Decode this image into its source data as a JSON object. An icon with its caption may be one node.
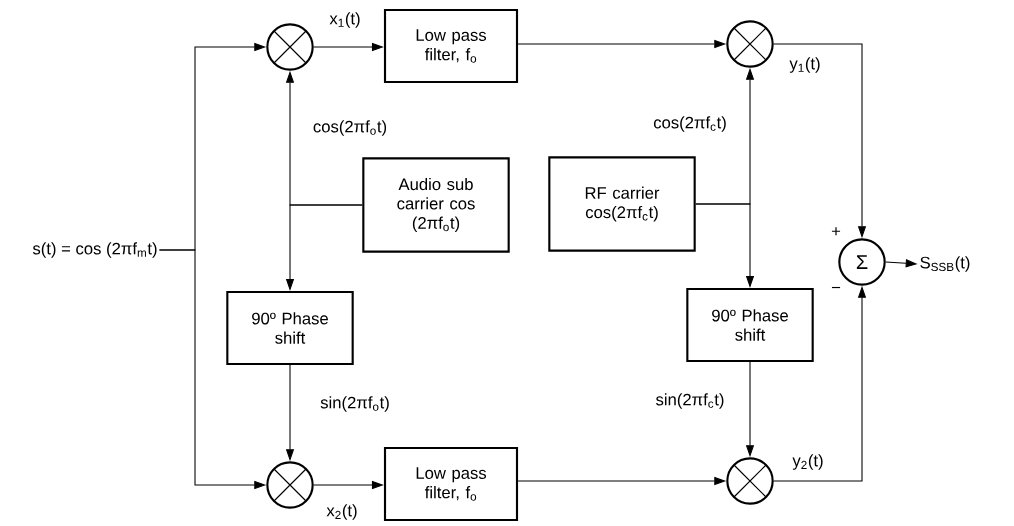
{
  "diagram": {
    "nodes": [
      {
        "text": [
          "s(t) = cos (2πf$_{m}$t)"
        ]
      },
      {
        "text": [],
        "shape": "circle"
      },
      {
        "text": [
          "Low pass filter, f$_{o}$"
        ]
      },
      {
        "text": [],
        "shape": "circle"
      },
      {
        "text": [
          "Audio sub carrier cos (2πf$_{o}$t)"
        ]
      },
      {
        "text": [
          "RF carrier cos(2πf$_{c}$t)"
        ]
      },
      {
        "text": [
          "90º Phase shift"
        ]
      },
      {
        "text": [
          "90º Phase shift"
        ]
      },
      {
        "text": [
          "Σ"
        ]
      },
      {
        "text": [
          "S$_{SSB}$(t)"
        ]
      },
      {
        "text": [],
        "shape": "circle"
      },
      {
        "text": [
          "Low pass filter, f$_{o}$"
        ]
      },
      {
        "text": [],
        "shape": "circle"
      }
    ],
    "edges": [
      {
        "from": 0,
        "to": 1,
        "arrow": "to"
      },
      {
        "from": 0,
        "to": 10,
        "arrow": "to"
      },
      {
        "from": 1,
        "to": 2,
        "arrow": "to",
        "label": "x$_{1}$(t)"
      },
      {
        "from": 2,
        "to": 3,
        "arrow": "to"
      },
      {
        "from": 4,
        "to": 1,
        "arrow": "to",
        "label": "cos(2πf$_{o}$t)"
      },
      {
        "from": 4,
        "to": 6,
        "arrow": "to"
      },
      {
        "from": 6,
        "to": 10,
        "arrow": "to",
        "label": "sin(2πf$_{o}$t)"
      },
      {
        "from": 10,
        "to": 11,
        "arrow": "to",
        "label": "x$_{2}$(t)"
      },
      {
        "from": 11,
        "to": 12,
        "arrow": "to"
      },
      {
        "from": 5,
        "to": 3,
        "arrow": "to",
        "label": "cos(2πf$_{c}$t)"
      },
      {
        "from": 5,
        "to": 7,
        "arrow": "to"
      },
      {
        "from": 7,
        "to": 12,
        "arrow": "to",
        "label": "sin(2πf$_{c}$t)"
      },
      {
        "from": 3,
        "to": 8,
        "arrow": "to",
        "label": "y$_{1}$(t)"
      },
      {
        "from": 12,
        "to": 8,
        "arrow": "to",
        "label": "y$_{2}$(t)"
      },
      {
        "from": 8,
        "to": 9,
        "arrow": "to"
      }
    ],
    "labels": [
      "+",
      "−"
    ]
  }
}
